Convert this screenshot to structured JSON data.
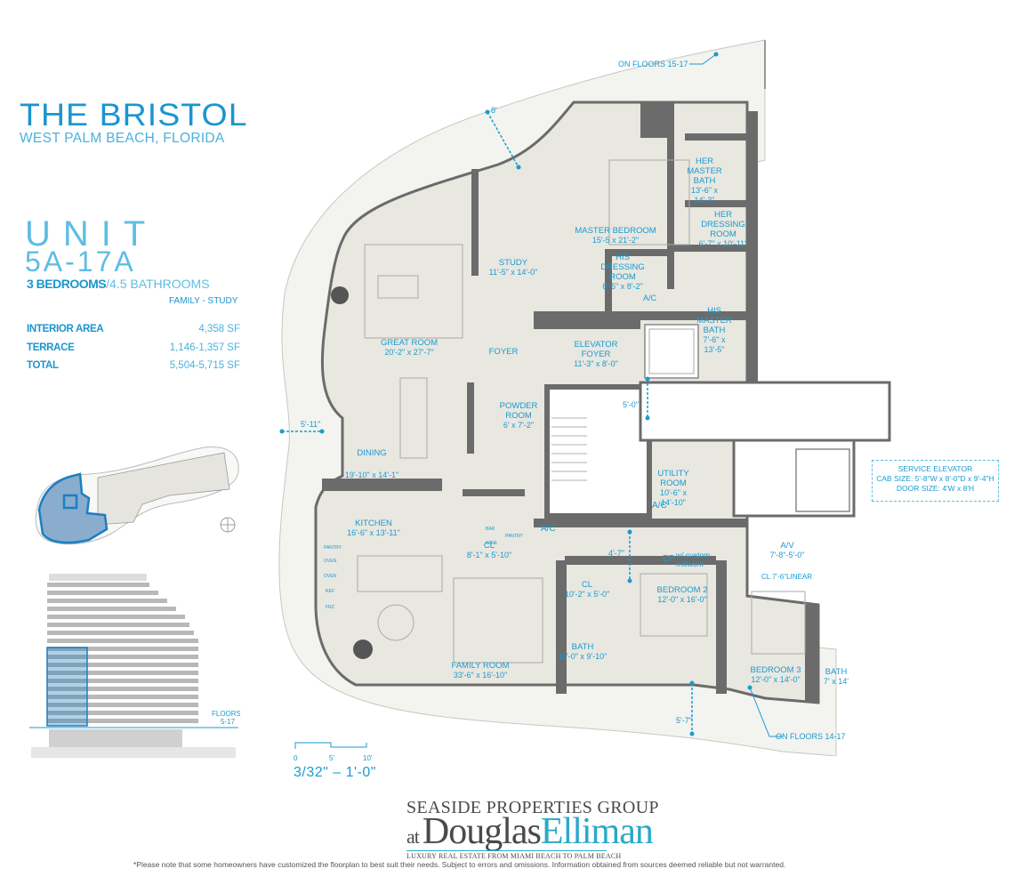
{
  "header": {
    "title": "THE BRISTOL",
    "location": "WEST PALM BEACH, FLORIDA"
  },
  "unit": {
    "word": "UNIT",
    "number": "5A-17A",
    "bedrooms": "3 BEDROOMS",
    "bathrooms": "/4.5 BATHROOMS",
    "extras": "FAMILY - STUDY",
    "stats": [
      {
        "label": "INTERIOR AREA",
        "value": "4,358 SF"
      },
      {
        "label": "TERRACE",
        "value": "1,146-1,357 SF"
      },
      {
        "label": "TOTAL",
        "value": "5,504-5,715 SF"
      }
    ]
  },
  "elevation": {
    "floors_label": "FLOORS",
    "floors_value": "5-17"
  },
  "rooms": [
    {
      "name": "STUDY",
      "dim": "11'-5\" x 14'-0\""
    },
    {
      "name": "MASTER BEDROOM",
      "dim": "15'-5 x 21'-2\""
    },
    {
      "name": "HER MASTER BATH",
      "dim": "13'-6\" x 14'-3\""
    },
    {
      "name": "HER DRESSING ROOM",
      "dim": "6'-7\" x 10'-11\""
    },
    {
      "name": "HIS DRESSING ROOM",
      "dim": "8'-5\" x 8'-2\""
    },
    {
      "name": "HIS MASTER BATH",
      "dim": "7'-6\" x 13'-5\""
    },
    {
      "name": "GREAT ROOM",
      "dim": "20'-2\" x 27'-7\""
    },
    {
      "name": "FOYER",
      "dim": ""
    },
    {
      "name": "ELEVATOR FOYER",
      "dim": "11'-3\" x 8'-0\""
    },
    {
      "name": "POWDER ROOM",
      "dim": "6' x 7'-2\""
    },
    {
      "name": "DINING",
      "dim": "19'-10\" x 14'-1\""
    },
    {
      "name": "UTILITY ROOM",
      "dim": "10'-6\" x 14'-10\""
    },
    {
      "name": "KITCHEN",
      "dim": "16'-6\" x 13'-11\""
    },
    {
      "name": "CL",
      "dim": "8'-1\" x 5'-10\""
    },
    {
      "name": "CL",
      "dim": "10'-2\" x 5'-0\""
    },
    {
      "name": "BATH",
      "dim": "11'-0\" x 9'-10\""
    },
    {
      "name": "BEDROOM 2",
      "dim": "12'-0\" x 16'-0\""
    },
    {
      "name": "BEDROOM 3",
      "dim": "12'-0\" x 14'-0\""
    },
    {
      "name": "BATH",
      "dim": "7' x 14'"
    },
    {
      "name": "FAMILY ROOM",
      "dim": "33'-6\" x 16'-10\""
    },
    {
      "name": "A/V",
      "dim": "7'-8\"-5'-0\""
    }
  ],
  "annotations": {
    "on_floors_top": "ON FLOORS 15-17",
    "on_floors_bottom": "ON FLOORS 14-17",
    "dim_8": "8'",
    "dim_5_11": "5'-11\"",
    "dim_5_0": "5'-0\"",
    "dim_4_7": "4'-7\"",
    "dim_5_7": "5'-7\"",
    "ep": "EP",
    "ep_note": "w/ custom millwork",
    "cl_linear": "CL 7'-6\"LINEAR",
    "ac": "A/C",
    "pantry": "PANTRY",
    "bar": "BAR",
    "wine": "WINE",
    "pantry_small": "PANTRY",
    "oven": "OVEN",
    "ref": "REF",
    "frz": "FRZ"
  },
  "service_elevator": {
    "title": "SERVICE ELEVATOR",
    "cab": "CAB SIZE: 5'-8\"W x 8'-0\"D x 9'-4\"H",
    "door": "DOOR SIZE: 4'W x 8'H"
  },
  "scale": {
    "ticks": [
      "0",
      "5'",
      "10'"
    ],
    "ratio": "3/32\" – 1'-0\""
  },
  "branding": {
    "line1": "SEASIDE PROPERTIES GROUP",
    "at": "at",
    "douglas": "Douglas",
    "elliman": "Elliman",
    "tagline": "LUXURY REAL ESTATE FROM MIAMI BEACH TO PALM BEACH"
  },
  "disclaimer": "*Please note that some homeowners have customized the floorplan to best suit their needs. Subject to errors and omissions. Information obtained from sources deemed reliable but not warranted.",
  "colors": {
    "accent": "#1a95cf",
    "light_accent": "#5fbde3",
    "wall": "#6b6b6b",
    "floor": "#e8e7e0",
    "terrace": "#f3f3ef",
    "highlight": "#1a7fc1"
  }
}
